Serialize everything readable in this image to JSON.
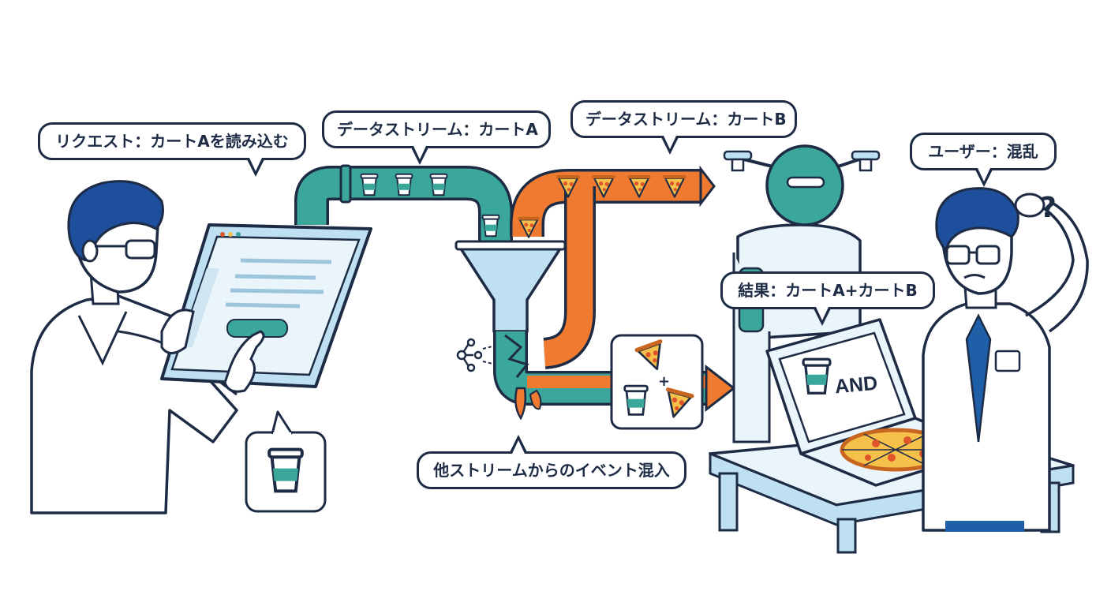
{
  "labels": {
    "request": "リクエスト：カートAを読み込む",
    "stream_a": "データストリーム：カートA",
    "stream_b": "データストリーム：カートB",
    "user": "ユーザー：混乱",
    "result": "結果：カートA+カートB",
    "contamination": "他ストリームからのイベント混入",
    "and_text": "AND",
    "question_mark": "?",
    "plus_sign": "+"
  },
  "colors": {
    "outline": "#1d2b45",
    "teal": "#3aa79a",
    "orange": "#f07a2f",
    "blue_suit": "#1f5fa8",
    "light_blue": "#bfe0f0",
    "hair": "#1e4f9c"
  },
  "icons": [
    "cup-icon",
    "pizza-slice-icon",
    "funnel-icon",
    "network-node-icon",
    "drone-robot-icon",
    "pizza-box-icon"
  ]
}
